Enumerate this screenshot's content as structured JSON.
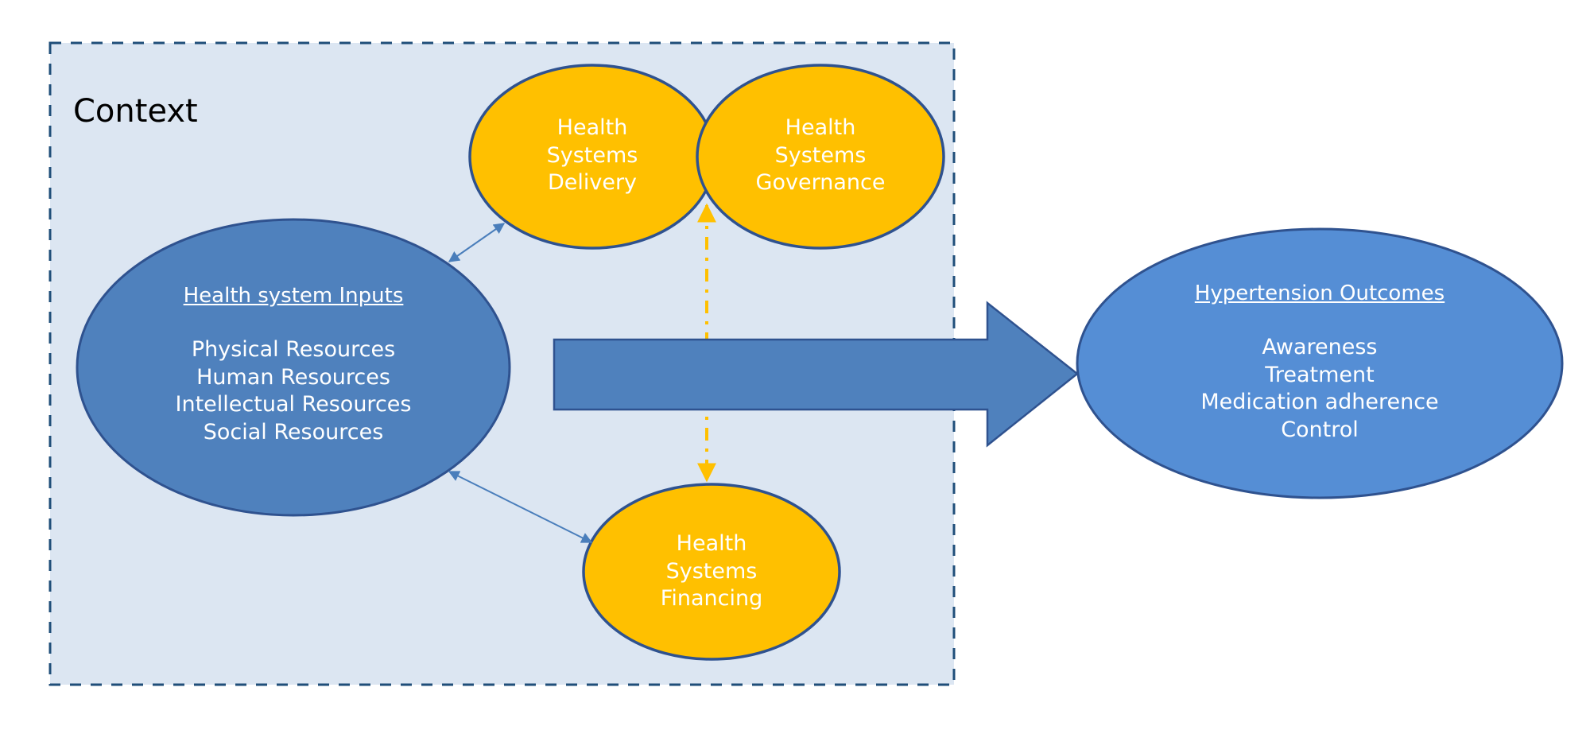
{
  "context": {
    "title": "Context"
  },
  "nodes": {
    "inputs": {
      "heading": "Health system Inputs",
      "items": [
        "Physical Resources",
        "Human Resources",
        "Intellectual Resources",
        "Social Resources"
      ]
    },
    "delivery": {
      "lines": [
        "Health",
        "Systems",
        "Delivery"
      ]
    },
    "governance": {
      "lines": [
        "Health",
        "Systems",
        "Governance"
      ]
    },
    "financing": {
      "lines": [
        "Health",
        "Systems",
        "Financing"
      ]
    },
    "outcomes": {
      "heading": "Hypertension Outcomes",
      "items": [
        "Awareness",
        "Treatment",
        "Medication adherence",
        "Control"
      ]
    }
  },
  "edges": [
    {
      "from": "inputs",
      "to": "delivery",
      "style": "solid-bidirectional"
    },
    {
      "from": "inputs",
      "to": "financing",
      "style": "solid-bidirectional"
    },
    {
      "from": "governance",
      "to": "financing",
      "style": "dash-dot-bidirectional"
    },
    {
      "from": "context",
      "to": "outcomes",
      "style": "block-arrow"
    }
  ],
  "colors": {
    "context_fill": "#dce6f2",
    "context_border": "#1f4e79",
    "inputs_fill": "#4f81bd",
    "outcomes_fill": "#558ed5",
    "yellow_fill": "#ffc000",
    "node_border": "#2f528f",
    "connector_blue": "#4a7ebb",
    "connector_yellow": "#ffc000"
  }
}
